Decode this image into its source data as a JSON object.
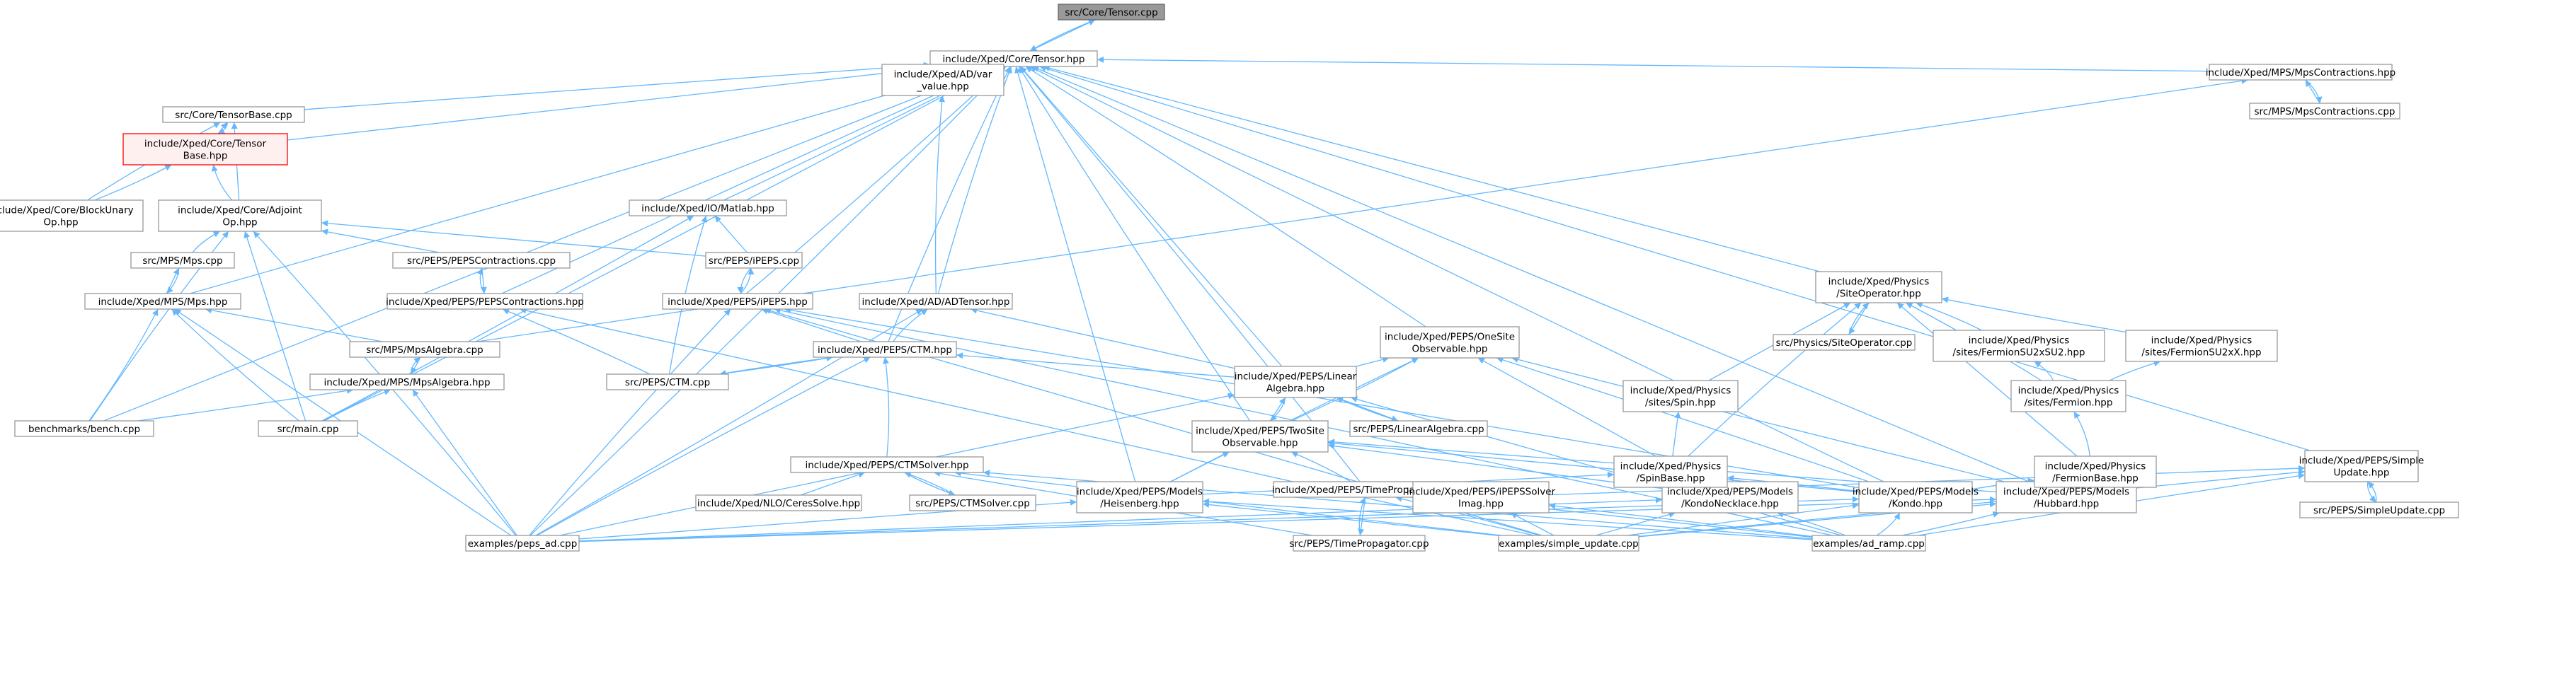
{
  "graph": {
    "colors": {
      "edge": "#63b8ff",
      "root_fill": "#999999",
      "highlight_border": "#ff0000",
      "node_border": "#999999"
    },
    "nodes": [
      {
        "id": "n0",
        "lines": [
          "src/Core/Tensor.cpp"
        ],
        "style": "root"
      },
      {
        "id": "n1",
        "lines": [
          "include/Xped/Core/Tensor.hpp"
        ]
      },
      {
        "id": "n2",
        "lines": [
          "src/Core/TensorBase.cpp"
        ]
      },
      {
        "id": "n3",
        "lines": [
          "include/Xped/Core/Tensor",
          "Base.hpp"
        ],
        "style": "highlight"
      },
      {
        "id": "n4",
        "lines": [
          "include/Xped/Core/BlockUnary",
          "Op.hpp"
        ]
      },
      {
        "id": "n5",
        "lines": [
          "include/Xped/Core/Adjoint",
          "Op.hpp"
        ]
      },
      {
        "id": "n6",
        "lines": [
          "include/Xped/AD/var",
          "_value.hpp"
        ]
      },
      {
        "id": "n7",
        "lines": [
          "include/Xped/IO/Matlab.hpp"
        ]
      },
      {
        "id": "n8",
        "lines": [
          "src/MPS/Mps.cpp"
        ]
      },
      {
        "id": "n9",
        "lines": [
          "src/PEPS/PEPSContractions.cpp"
        ]
      },
      {
        "id": "n10",
        "lines": [
          "src/PEPS/iPEPS.cpp"
        ]
      },
      {
        "id": "n11",
        "lines": [
          "include/Xped/MPS/Mps.hpp"
        ]
      },
      {
        "id": "n12",
        "lines": [
          "include/Xped/PEPS/PEPSContractions.hpp"
        ]
      },
      {
        "id": "n13",
        "lines": [
          "include/Xped/PEPS/iPEPS.hpp"
        ]
      },
      {
        "id": "n14",
        "lines": [
          "include/Xped/AD/ADTensor.hpp"
        ]
      },
      {
        "id": "n15",
        "lines": [
          "src/MPS/MpsAlgebra.cpp"
        ]
      },
      {
        "id": "n16",
        "lines": [
          "include/Xped/MPS/MpsAlgebra.hpp"
        ]
      },
      {
        "id": "n17",
        "lines": [
          "benchmarks/bench.cpp"
        ]
      },
      {
        "id": "n18",
        "lines": [
          "src/main.cpp"
        ]
      },
      {
        "id": "n19",
        "lines": [
          "include/Xped/PEPS/CTM.hpp"
        ]
      },
      {
        "id": "n20",
        "lines": [
          "src/PEPS/CTM.cpp"
        ]
      },
      {
        "id": "n21",
        "lines": [
          "include/Xped/PEPS/Linear",
          "Algebra.hpp"
        ]
      },
      {
        "id": "n22",
        "lines": [
          "include/Xped/PEPS/OneSite",
          "Observable.hpp"
        ]
      },
      {
        "id": "n23",
        "lines": [
          "include/Xped/PEPS/CTMSolver.hpp"
        ]
      },
      {
        "id": "n24",
        "lines": [
          "include/Xped/NLO/CeresSolve.hpp"
        ]
      },
      {
        "id": "n25",
        "lines": [
          "src/PEPS/CTMSolver.cpp"
        ]
      },
      {
        "id": "n26",
        "lines": [
          "include/Xped/PEPS/TwoSite",
          "Observable.hpp"
        ]
      },
      {
        "id": "n27",
        "lines": [
          "src/PEPS/LinearAlgebra.cpp"
        ]
      },
      {
        "id": "n28",
        "lines": [
          "include/Xped/PEPS/Models",
          "/Heisenberg.hpp"
        ]
      },
      {
        "id": "n29",
        "lines": [
          "include/Xped/PEPS/TimePropagator.hpp"
        ]
      },
      {
        "id": "n30",
        "lines": [
          "include/Xped/PEPS/iPEPSSolver",
          "Imag.hpp"
        ]
      },
      {
        "id": "n31",
        "lines": [
          "include/Xped/PEPS/Models",
          "/KondoNecklace.hpp"
        ]
      },
      {
        "id": "n32",
        "lines": [
          "include/Xped/PEPS/Models",
          "/Kondo.hpp"
        ]
      },
      {
        "id": "n33",
        "lines": [
          "include/Xped/PEPS/Models",
          "/Hubbard.hpp"
        ]
      },
      {
        "id": "n34",
        "lines": [
          "examples/peps_ad.cpp"
        ]
      },
      {
        "id": "n35",
        "lines": [
          "src/PEPS/TimePropagator.cpp"
        ]
      },
      {
        "id": "n36",
        "lines": [
          "examples/simple_update.cpp"
        ]
      },
      {
        "id": "n37",
        "lines": [
          "examples/ad_ramp.cpp"
        ]
      },
      {
        "id": "n38",
        "lines": [
          "include/Xped/Physics",
          "/SiteOperator.hpp"
        ]
      },
      {
        "id": "n39",
        "lines": [
          "src/Physics/SiteOperator.cpp"
        ]
      },
      {
        "id": "n40",
        "lines": [
          "include/Xped/Physics",
          "/sites/FermionSU2xSU2.hpp"
        ]
      },
      {
        "id": "n41",
        "lines": [
          "include/Xped/Physics",
          "/sites/FermionSU2xX.hpp"
        ]
      },
      {
        "id": "n42",
        "lines": [
          "include/Xped/Physics",
          "/sites/Spin.hpp"
        ]
      },
      {
        "id": "n43",
        "lines": [
          "include/Xped/Physics",
          "/sites/Fermion.hpp"
        ]
      },
      {
        "id": "n44",
        "lines": [
          "include/Xped/Physics",
          "/SpinBase.hpp"
        ]
      },
      {
        "id": "n45",
        "lines": [
          "include/Xped/Physics",
          "/FermionBase.hpp"
        ]
      },
      {
        "id": "n46",
        "lines": [
          "include/Xped/PEPS/Simple",
          "Update.hpp"
        ]
      },
      {
        "id": "n47",
        "lines": [
          "src/PEPS/SimpleUpdate.cpp"
        ]
      },
      {
        "id": "n48",
        "lines": [
          "include/Xped/MPS/MpsContractions.hpp"
        ]
      },
      {
        "id": "n49",
        "lines": [
          "src/MPS/MpsContractions.cpp"
        ]
      }
    ]
  }
}
